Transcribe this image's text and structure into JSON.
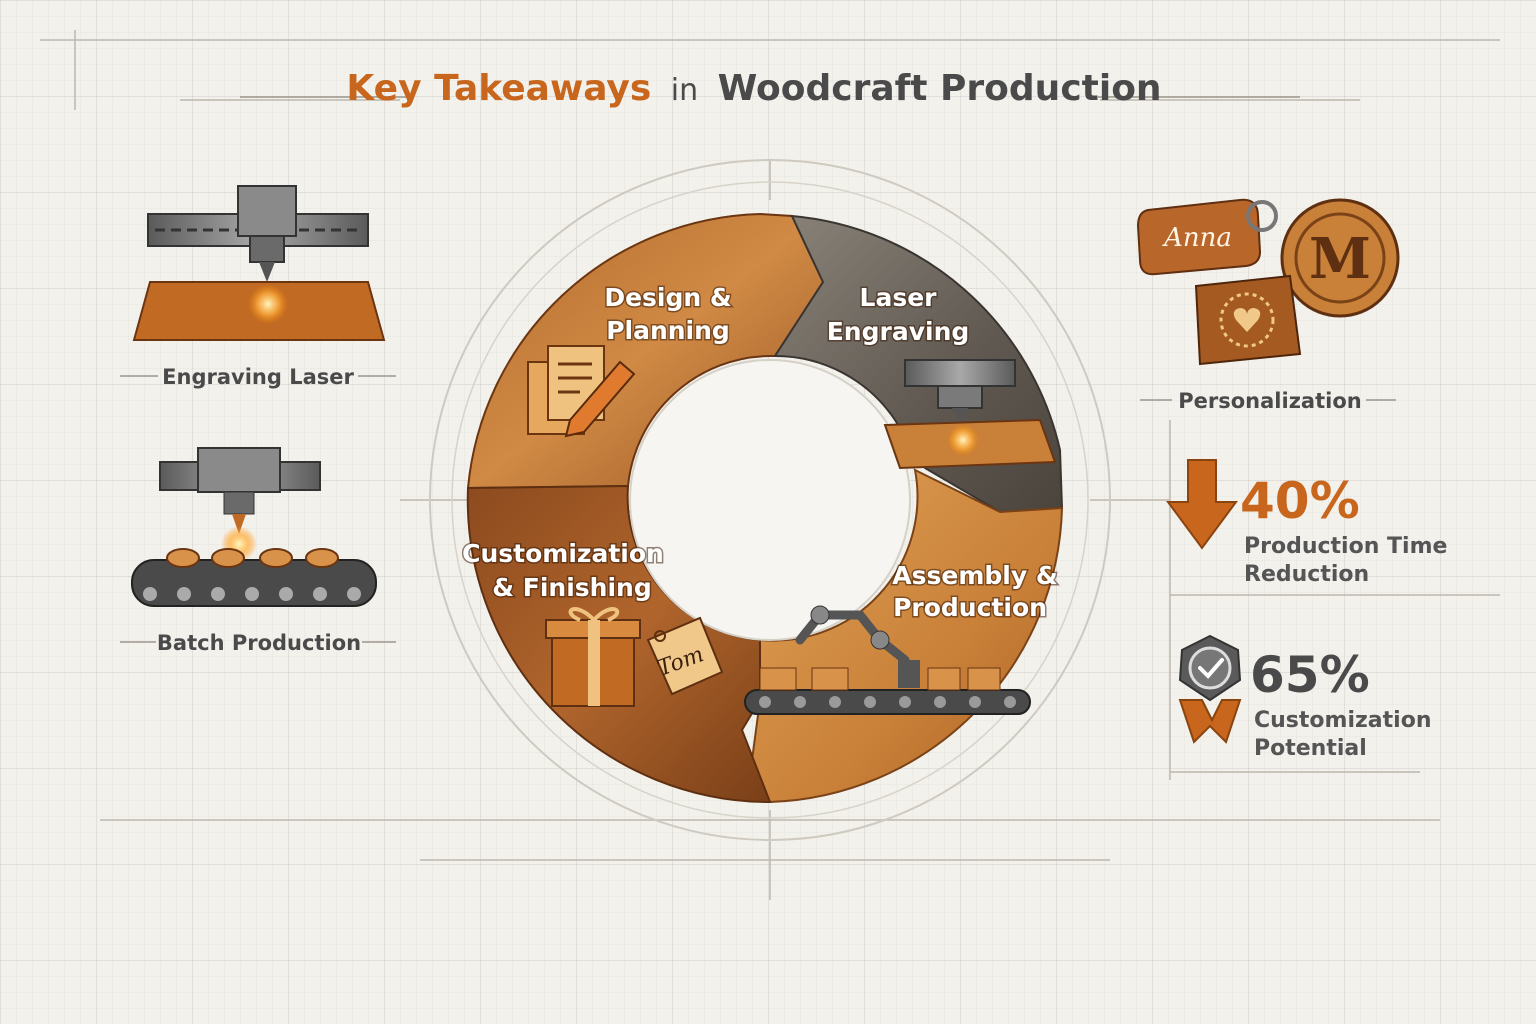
{
  "title": {
    "accent": "Key Takeaways",
    "connector": "in",
    "rest": "Woodcraft Production"
  },
  "cycle": {
    "segments": [
      {
        "line1": "Design &",
        "line2": "Planning"
      },
      {
        "line1": "Laser",
        "line2": "Engraving"
      },
      {
        "line1": "Assembly &",
        "line2": "Production"
      },
      {
        "line1": "Customization",
        "line2": "& Finishing"
      }
    ],
    "tag_text": "Tom"
  },
  "left_items": [
    {
      "label": "Engraving Laser",
      "icon": "engraving-laser-icon"
    },
    {
      "label": "Batch Production",
      "icon": "conveyor-icon"
    }
  ],
  "personalization": {
    "label": "Personalization",
    "keychain_text": "Anna",
    "medallion_letter": "M"
  },
  "stats": [
    {
      "value": "40%",
      "line1": "Production Time",
      "line2": "Reduction",
      "icon": "down-arrow-icon"
    },
    {
      "value": "65%",
      "line1": "Customization",
      "line2": "Potential",
      "icon": "badge-check-icon"
    }
  ],
  "colors": {
    "accent": "#c7661c",
    "wood_light": "#c9813d",
    "wood_dark": "#8a4a1f",
    "slate": "#6b645c",
    "text": "#4a4a4a"
  }
}
